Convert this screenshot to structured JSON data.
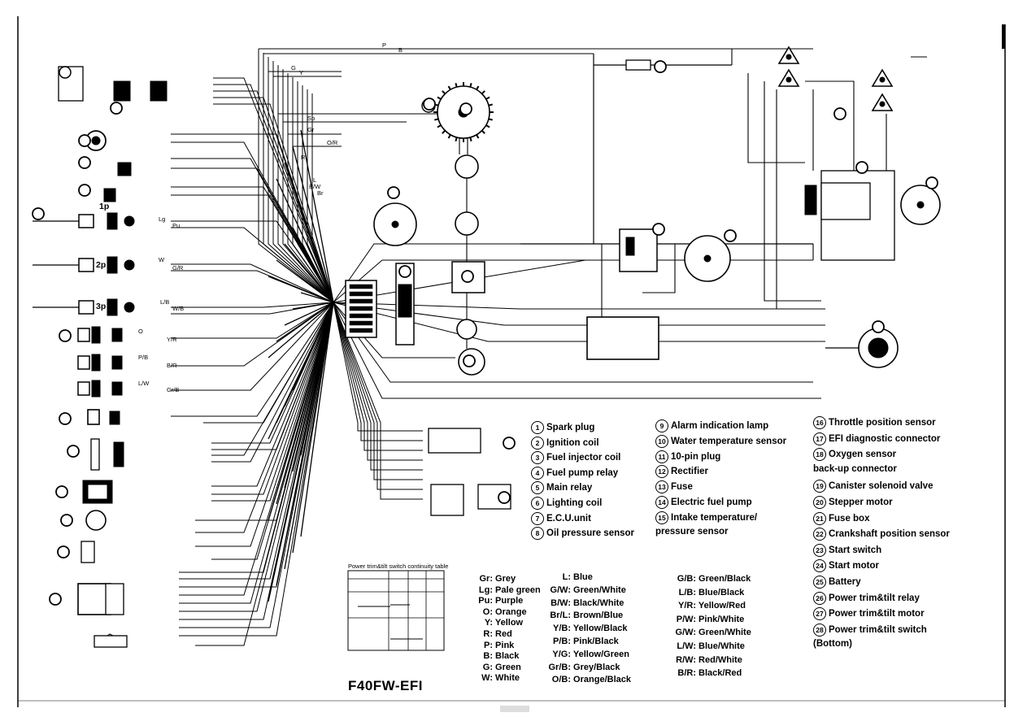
{
  "model": "F40FW-EFI",
  "switch_table": {
    "title": "Power trim&tilt switch continuity table"
  },
  "legend": {
    "col1": [
      {
        "n": "1",
        "text": "Spark plug"
      },
      {
        "n": "2",
        "text": "Ignition coil"
      },
      {
        "n": "3",
        "text": "Fuel injector coil"
      },
      {
        "n": "4",
        "text": "Fuel pump relay"
      },
      {
        "n": "5",
        "text": "Main relay"
      },
      {
        "n": "6",
        "text": "Lighting coil"
      },
      {
        "n": "7",
        "text": "E.C.U.unit"
      },
      {
        "n": "8",
        "text": "Oil pressure sensor"
      }
    ],
    "col2": [
      {
        "n": "9",
        "text": "Alarm indication lamp"
      },
      {
        "n": "10",
        "text": "Water temperature sensor"
      },
      {
        "n": "11",
        "text": "10-pin plug"
      },
      {
        "n": "12",
        "text": "Rectifier"
      },
      {
        "n": "13",
        "text": "Fuse"
      },
      {
        "n": "14",
        "text": "Electric fuel pump"
      },
      {
        "n": "15",
        "text": "Intake temperature/"
      },
      {
        "n": "",
        "text": "pressure sensor"
      }
    ],
    "col3": [
      {
        "n": "16",
        "text": "Throttle position sensor"
      },
      {
        "n": "17",
        "text": "EFI diagnostic connector"
      },
      {
        "n": "18",
        "text": "Oxygen sensor"
      },
      {
        "n": "",
        "text": "back-up connector"
      },
      {
        "n": "19",
        "text": "Canister solenoid valve"
      },
      {
        "n": "20",
        "text": "Stepper motor"
      },
      {
        "n": "21",
        "text": "Fuse box"
      },
      {
        "n": "22",
        "text": "Crankshaft position sensor"
      },
      {
        "n": "23",
        "text": "Start switch"
      },
      {
        "n": "24",
        "text": "Start motor"
      },
      {
        "n": "25",
        "text": "Battery"
      },
      {
        "n": "26",
        "text": "Power trim&tilt relay"
      },
      {
        "n": "27",
        "text": "Power trim&tilt motor"
      },
      {
        "n": "28",
        "text": "Power trim&tilt switch"
      },
      {
        "n": "",
        "text": "(Bottom)"
      }
    ]
  },
  "color_codes": {
    "col1": [
      {
        "k": "Gr:",
        "v": "Grey"
      },
      {
        "k": "Lg:",
        "v": "Pale green"
      },
      {
        "k": "Pu:",
        "v": "Purple"
      },
      {
        "k": "O:",
        "v": "Orange"
      },
      {
        "k": "Y:",
        "v": "Yellow"
      },
      {
        "k": "R:",
        "v": "Red"
      },
      {
        "k": "P:",
        "v": "Pink"
      },
      {
        "k": "B:",
        "v": "Black"
      },
      {
        "k": "G:",
        "v": "Green"
      },
      {
        "k": "W:",
        "v": "White"
      }
    ],
    "col2": [
      {
        "k": "L:",
        "v": "Blue"
      },
      {
        "k": "G/W:",
        "v": "Green/White"
      },
      {
        "k": "B/W:",
        "v": "Black/White"
      },
      {
        "k": "Br/L:",
        "v": "Brown/Blue"
      },
      {
        "k": "Y/B:",
        "v": "Yellow/Black"
      },
      {
        "k": "P/B:",
        "v": "Pink/Black"
      },
      {
        "k": "Y/G:",
        "v": "Yellow/Green"
      },
      {
        "k": "Gr/B:",
        "v": "Grey/Black"
      },
      {
        "k": "O/B:",
        "v": "Orange/Black"
      }
    ],
    "col3": [
      {
        "k": "G/B:",
        "v": "Green/Black"
      },
      {
        "k": "L/B:",
        "v": "Blue/Black"
      },
      {
        "k": "Y/R:",
        "v": "Yellow/Red"
      },
      {
        "k": "P/W:",
        "v": "Pink/White"
      },
      {
        "k": "G/W:",
        "v": "Green/White"
      },
      {
        "k": "L/W:",
        "v": "Blue/White"
      },
      {
        "k": "R/W:",
        "v": "Red/White"
      },
      {
        "k": "B/R:",
        "v": "Black/Red"
      }
    ]
  },
  "plugs": {
    "p1": "1p",
    "p2": "2p",
    "p3": "3p"
  },
  "wire_labels": [
    "P",
    "B",
    "G",
    "Y",
    "Sb",
    "Gr",
    "O/R",
    "R",
    "L",
    "B/W",
    "Br",
    "Lg",
    "Pu",
    "W",
    "G/R",
    "L/B",
    "W/B",
    "O",
    "Y/R",
    "P/B",
    "B/R",
    "L/W",
    "Gr/B",
    "Y/B",
    "G/B",
    "R/W",
    "Y/G",
    "G/W"
  ],
  "colors": {
    "ink": "#000000",
    "paper": "#ffffff"
  }
}
